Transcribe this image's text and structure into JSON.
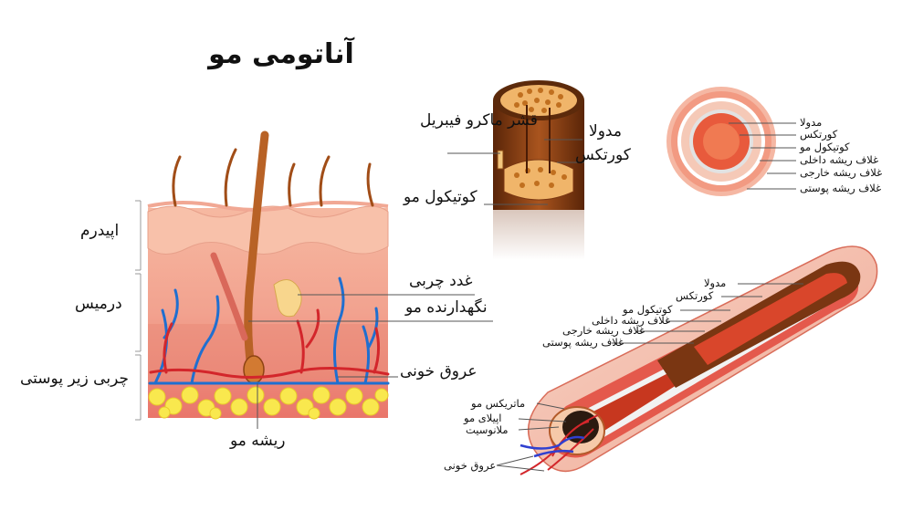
{
  "title": "آناتومی مو",
  "skin_section": {
    "layers": [
      "اپیدرم",
      "درمیس",
      "چربی زیر پوستی"
    ],
    "labels": {
      "sebaceous_gland": "غدد چربی",
      "arrector_pili": "نگهدارنده مو",
      "blood_vessels": "عروق خونی",
      "hair_root": "ریشه مو"
    }
  },
  "hair_shaft": {
    "labels": {
      "macrofibril": "قشر ماکرو فیبریل",
      "medulla": "مدولا",
      "cortex": "کورتکس",
      "cuticle": "کوتیکول مو"
    }
  },
  "cross_section": {
    "labels": [
      "مدولا",
      "کورتکس",
      "کوتیکول مو",
      "غلاف ریشه داخلی",
      "غلاف ریشه خارجی",
      "غلاف ریشه پوستی"
    ]
  },
  "follicle": {
    "upper_labels": [
      "مدولا",
      "کورتکس",
      "کوتیکول مو",
      "غلاف ریشه داخلی",
      "غلاف ریشه خارجی",
      "غلاف ریشه پوستی"
    ],
    "lower_labels": [
      "ماتریکس مو",
      "اپیلای مو",
      "ملانوسیت",
      "عروق خونی"
    ]
  },
  "colors": {
    "skin_top": "#f6c9b0",
    "dermis": "#f3b4a0",
    "fat": "#f7e64a",
    "artery": "#d3262b",
    "vein": "#1f6fd0",
    "hair": "#a8541c",
    "shaft_dark": "#6b2e0c"
  }
}
